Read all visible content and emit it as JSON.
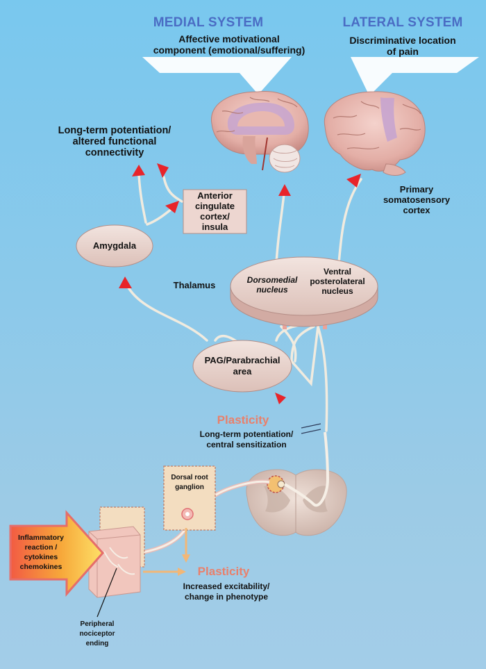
{
  "medial": {
    "title": "MEDIAL SYSTEM",
    "line1": "Affective motivational",
    "line2": "component (emotional/suffering)"
  },
  "lateral": {
    "title": "LATERAL SYSTEM",
    "line1": "Discriminative location",
    "line2": "of pain"
  },
  "ltp": {
    "line1": "Long-term potentiation/",
    "line2": "altered functional",
    "line3": "connectivity"
  },
  "s1": {
    "line1": "Primary",
    "line2": "somatosensory",
    "line3": "cortex"
  },
  "acc": {
    "line1": "Anterior",
    "line2": "cingulate",
    "line3": "cortex/",
    "line4": "insula"
  },
  "amygdala": "Amygdala",
  "thalamus": "Thalamus",
  "dorsomedial": {
    "line1": "Dorsomedial",
    "line2": "nucleus"
  },
  "vpl": {
    "line1": "Ventral",
    "line2": "posterolateral",
    "line3": "nucleus"
  },
  "pag": {
    "line1": "PAG/Parabrachial",
    "line2": "area"
  },
  "central_plasticity": {
    "title": "Plasticity",
    "line1": "Long-term potentiation/",
    "line2": "central sensitization"
  },
  "drg": {
    "line1": "Dorsal root",
    "line2": "ganglion"
  },
  "inflammatory": {
    "line1": "Inflammatory",
    "line2": "reaction /",
    "line3": "cytokines",
    "line4": "chemokines"
  },
  "peripheral_plasticity": {
    "title": "Plasticity",
    "line1": "Increased excitability/",
    "line2": "change in phenotype"
  },
  "nociceptor": {
    "line1": "Peripheral",
    "line2": "nociceptor",
    "line3": "ending"
  },
  "colors": {
    "system_title": "#4a6cc4",
    "plasticity": "#e9806b",
    "arrow_red": "#e8242a",
    "fiber": "#f2ece0",
    "oval_fill": "#ecd9d3"
  }
}
